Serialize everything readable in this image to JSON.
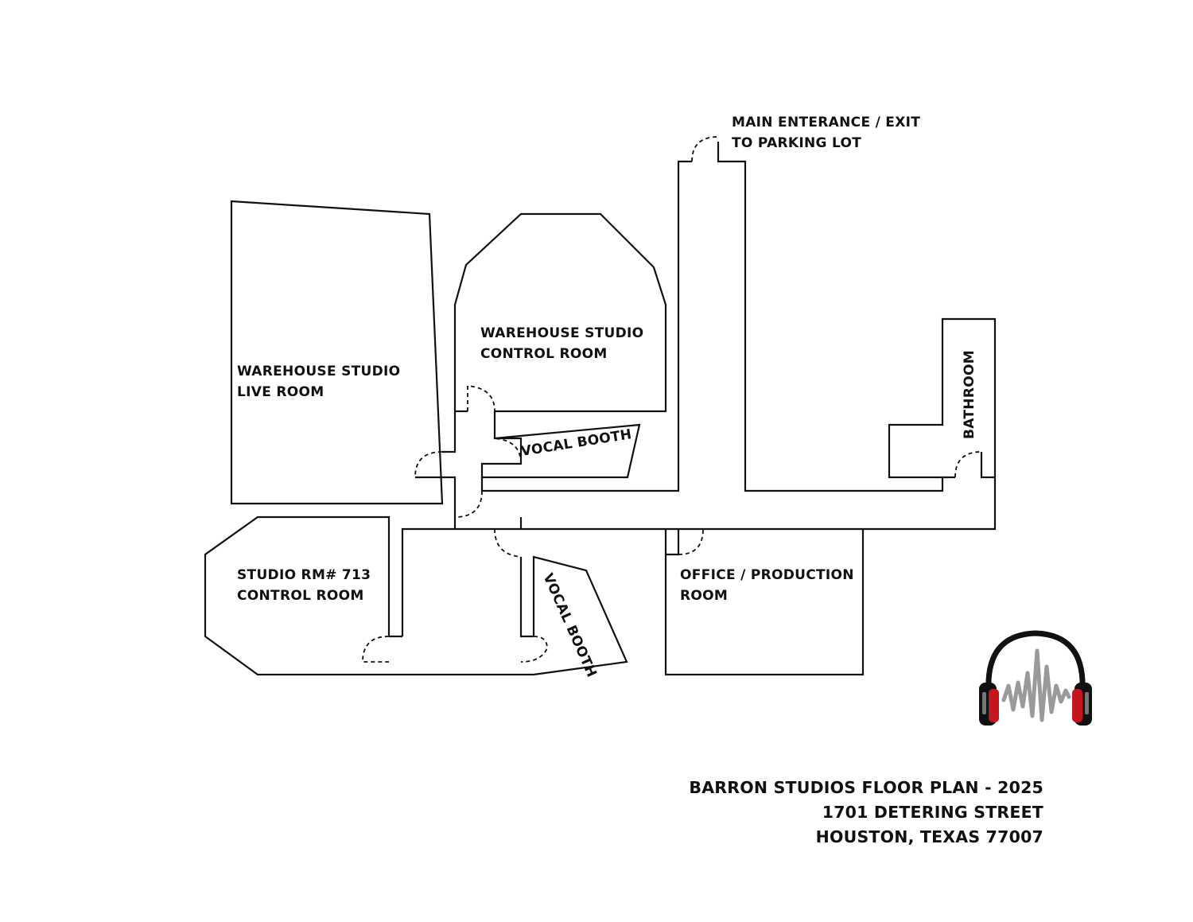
{
  "rooms": {
    "live_room": [
      "WAREHOUSE STUDIO",
      "LIVE ROOM"
    ],
    "warehouse_control": [
      "WAREHOUSE STUDIO",
      "CONTROL ROOM"
    ],
    "vocal_booth_upper": "VOCAL BOOTH",
    "vocal_booth_lower": "VOCAL BOOTH",
    "bathroom": "BATHROOM",
    "rm713_control": [
      "STUDIO RM# 713",
      "CONTROL ROOM"
    ],
    "office": [
      "OFFICE / PRODUCTION",
      "ROOM"
    ]
  },
  "entrance": [
    "MAIN ENTERANCE  / EXIT",
    "TO PARKING LOT"
  ],
  "title_block": {
    "line1": "BARRON STUDIOS FLOOR PLAN - 2025",
    "line2": "1701 DETERING STREET",
    "line3": "HOUSTON, TEXAS 77007"
  },
  "logo": {
    "icon": "headphones-waveform-logo",
    "colors": {
      "band": "#111111",
      "cushion": "#c4161c",
      "wave": "#9a9a9a"
    }
  }
}
